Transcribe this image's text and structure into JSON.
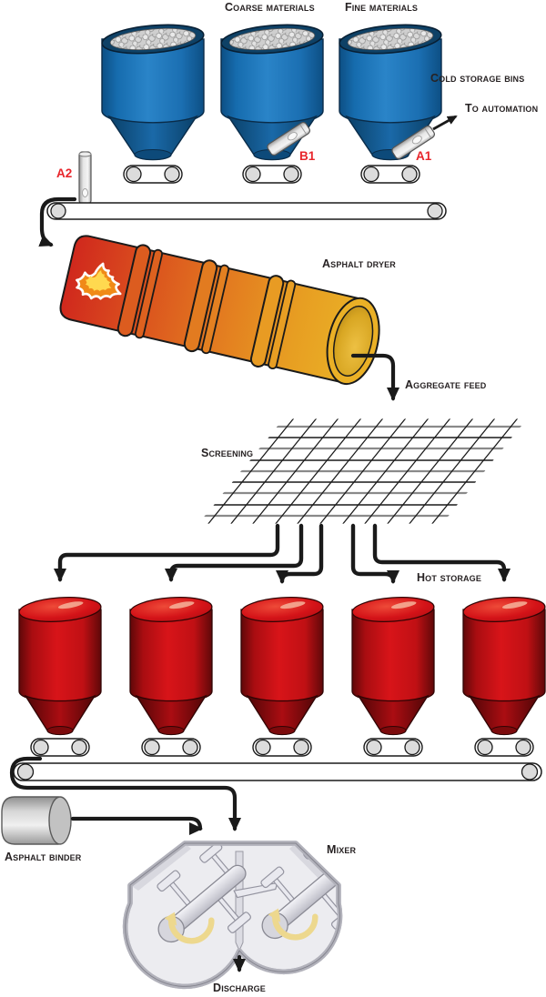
{
  "labels": {
    "coarse_materials": "Coarse materials",
    "fine_materials": "Fine materials",
    "cold_storage_bins": "Cold storage bins",
    "to_automation": "To automation",
    "sensor_a2": "A2",
    "sensor_b1": "B1",
    "sensor_a1": "A1",
    "asphalt_dryer": "Asphalt dryer",
    "aggregate_feed": "Aggregate feed",
    "screening": "Screening",
    "hot_storage": "Hot storage",
    "asphalt_binder": "Asphalt binder",
    "mixer": "Mixer",
    "discharge": "Discharge"
  },
  "structure": {
    "cold_storage_bin_count": 3,
    "hot_storage_bin_count": 5,
    "flow": [
      "Cold storage bins",
      "Asphalt dryer",
      "Screening",
      "Hot storage",
      "Mixer",
      "Discharge"
    ]
  },
  "colors": {
    "cold_bin_blue": "#1b74b8",
    "hot_bin_red": "#d41318",
    "dryer_red": "#d0281d",
    "dryer_yellow": "#eab026",
    "sensor_label_red": "#e8252b",
    "line_black": "#1a1a1a",
    "mixer_gray": "#ececf0",
    "screen_gray": "#8a8a8a",
    "steel_gray": "#d6d6d6"
  }
}
